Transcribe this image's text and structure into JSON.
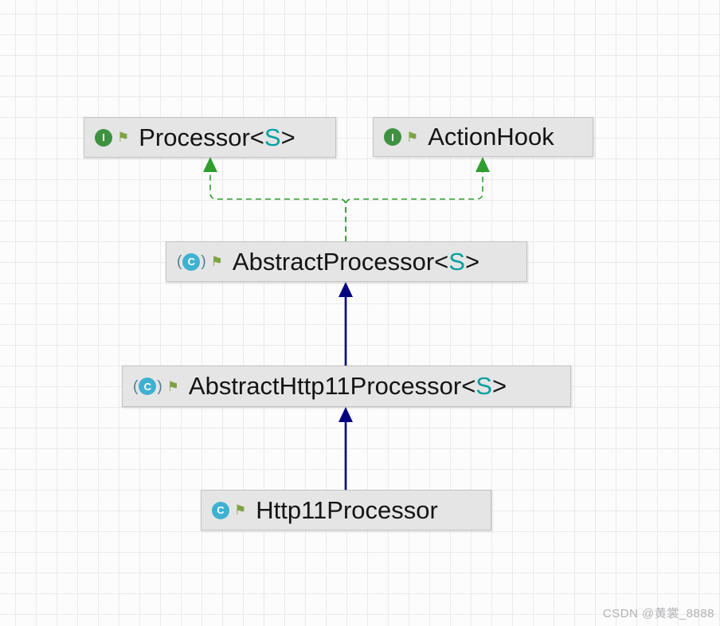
{
  "watermark": "CSDN @黄裳_8888",
  "icons": {
    "flag_glyph": "⚑",
    "abstract_open": "(",
    "abstract_close": ")"
  },
  "diagram": {
    "colors": {
      "realization_green": "#2f9e2f",
      "extends_navy": "#000080",
      "type_param_teal": "#00a0a0",
      "interface_icon_green": "#3e9141",
      "class_icon_blue": "#3fb1d0",
      "node_background": "#e5e5e5",
      "node_border": "#c3c3c3",
      "grid_line": "#eaeaea"
    },
    "nodes": [
      {
        "name": "Processor<S>",
        "kind": "interface",
        "icon_letter": "I",
        "abstract": false,
        "label_pre": "Processor<",
        "type_param": "S",
        "label_post": ">"
      },
      {
        "name": "ActionHook",
        "kind": "interface",
        "icon_letter": "I",
        "abstract": false,
        "label_pre": "ActionHook",
        "type_param": "",
        "label_post": ""
      },
      {
        "name": "AbstractProcessor<S>",
        "kind": "abstract class",
        "icon_letter": "C",
        "abstract": true,
        "label_pre": "AbstractProcessor<",
        "type_param": "S",
        "label_post": ">"
      },
      {
        "name": "AbstractHttp11Processor<S>",
        "kind": "abstract class",
        "icon_letter": "C",
        "abstract": true,
        "label_pre": "AbstractHttp11Processor<",
        "type_param": "S",
        "label_post": ">"
      },
      {
        "name": "Http11Processor",
        "kind": "class",
        "icon_letter": "C",
        "abstract": false,
        "label_pre": "Http11Processor",
        "type_param": "",
        "label_post": ""
      }
    ],
    "edges": [
      {
        "from": "AbstractProcessor<S>",
        "to": "Processor<S>",
        "type": "realization"
      },
      {
        "from": "AbstractProcessor<S>",
        "to": "ActionHook",
        "type": "realization"
      },
      {
        "from": "AbstractHttp11Processor<S>",
        "to": "AbstractProcessor<S>",
        "type": "generalization"
      },
      {
        "from": "Http11Processor",
        "to": "AbstractHttp11Processor<S>",
        "type": "generalization"
      }
    ]
  }
}
